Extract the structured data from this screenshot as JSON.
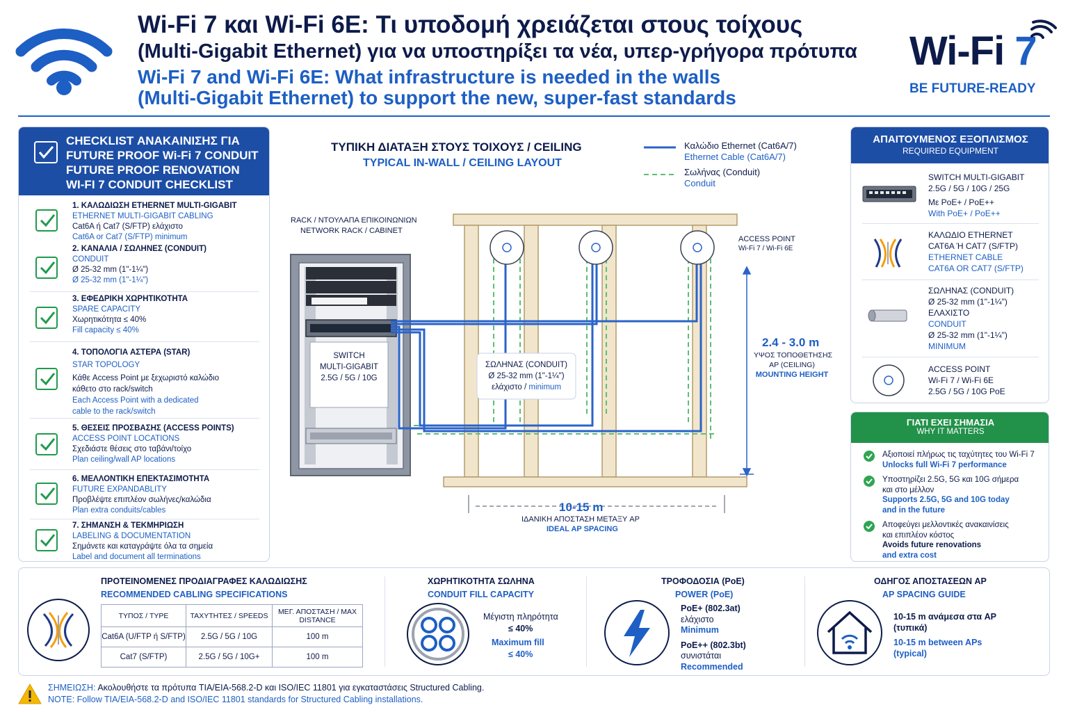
{
  "header": {
    "title_gr_line1": "Wi-Fi 7 και Wi-Fi 6E: Τι υποδομή χρειάζεται στους τοίχους",
    "title_gr_line2": "(Multi-Gigabit Ethernet) για να υποστηρίξει τα νέα, υπερ-γρήγορα πρότυπα",
    "title_en_line1": "Wi-Fi 7 and Wi-Fi 6E: What infrastructure is needed in the walls",
    "title_en_line2": "(Multi-Gigabit Ethernet) to support the new, super-fast standards",
    "brand_wordmark": "Wi-Fi",
    "brand_number": "7",
    "brand_tagline": "BE FUTURE-READY"
  },
  "checklist": {
    "head_lines": [
      "CHECKLIST ΑΝΑΚΑΙΝΙΣΗΣ ΓΙΑ",
      "FUTURE PROOF Wi-Fi 7 CONDUIT",
      "FUTURE PROOF RENOVATION",
      "WI-FI 7 CONDUIT CHECKLIST"
    ],
    "items": [
      {
        "title_gr": "1. ΚΑΛΩΔΙΩΣΗ ETHERNET MULTI-GIGABIT",
        "title_en": "ETHERNET MULTI-GIGABIT CABLING",
        "desc_gr": "Cat6A ή Cat7 (S/FTP) ελάχιστο",
        "desc_en": "Cat6A or Cat7 (S/FTP) minimum"
      },
      {
        "title_gr": "2. ΚΑΝΑΛΙΑ / ΣΩΛΗΝΕΣ (CONDUIT)",
        "title_en": "CONDUIT",
        "desc_gr": "Ø 25-32 mm (1\"-1¼\")",
        "desc_en": "Ø 25-32 mm (1\"-1¼\")"
      },
      {
        "title_gr": "3. ΕΦΕΔΡΙΚΗ ΧΩΡΗΤΙΚΟΤΗΤΑ",
        "title_en": "SPARE CAPACITY",
        "desc_gr": "Χωρητικότητα ≤ 40%",
        "desc_en": "Fill capacity ≤ 40%"
      },
      {
        "title_gr": "4. ΤΟΠΟΛΟΓΙΑ ΑΣΤΕΡΑ (STAR)",
        "title_en": "STAR TOPOLOGY",
        "desc_gr": "Κάθε Access Point με ξεχωριστό καλώδιο",
        "desc_gr2": "κάθετο στο rack/switch",
        "desc_en": "Each Access Point with a dedicated",
        "desc_en2": "cable to the rack/switch"
      },
      {
        "title_gr": "5. ΘΕΣΕΙΣ ΠΡΟΣΒΑΣΗΣ (ACCESS POINTS)",
        "title_en": "ACCESS POINT LOCATIONS",
        "desc_gr": "Σχεδιάστε θέσεις στο ταβάνι/τοίχο",
        "desc_en": "Plan ceiling/wall AP locations"
      },
      {
        "title_gr": "6. ΜΕΛΛΟΝΤΙΚΗ ΕΠΕΚΤΑΣΙΜΟΤΗΤΑ",
        "title_en": "FUTURE EXPANDABLITY",
        "desc_gr": "Προβλέψτε επιπλέον σωλήνες/καλώδια",
        "desc_en": "Plan extra conduits/cables"
      },
      {
        "title_gr": "7. ΣΗΜΑΝΣΗ & ΤΕΚΜΗΡΙΩΣΗ",
        "title_en": "LABELING & DOCUMENTATION",
        "desc_gr": "Σημάνετε και καταγράψτε όλα τα σημεία",
        "desc_en": "Label and document all terminations"
      }
    ]
  },
  "layout": {
    "title_gr": "ΤΥΠΙΚΗ ΔΙΑΤΑΞΗ ΣΤΟΥΣ ΤΟΙΧΟΥΣ / CEILING",
    "title_en": "TYPICAL IN-WALL / CEILING LAYOUT",
    "legend": [
      {
        "label_gr": "Καλώδιο Ethernet (Cat6A/7)",
        "label_en": "Ethernet Cable (Cat6A/7)"
      },
      {
        "label_gr": "Σωλήνας (Conduit)",
        "label_en": "Conduit"
      }
    ],
    "rack_label_gr": "RACK / ΝΤΟΥΛΑΠΑ ΕΠΙΚΟΙΝΩΝΙΩΝ",
    "rack_label_en": "NETWORK RACK / CABINET",
    "switch_lines": [
      "SWITCH",
      "MULTI-GIGABIT",
      "2.5G / 5G / 10G"
    ],
    "conduit_callout": {
      "line1": "ΣΩΛΗΝΑΣ (CONDUIT)",
      "line2": "Ø 25-32 mm (1\"-1¼\")",
      "line3_gr": "ελάχιστο",
      "line3_sep": " / ",
      "line3_en": "minimum"
    },
    "ap_label_1": "ACCESS POINT",
    "ap_label_2": "Wi-Fi 7 / Wi-Fi 6E",
    "height_value": "2.4 - 3.0 m",
    "height_gr_1": "ΥΨΟΣ ΤΟΠΟΘΕΤΗΣΗΣ",
    "height_gr_2": "AP (CEILING)",
    "height_en": "MOUNTING HEIGHT",
    "spacing_value": "10-15 m",
    "spacing_gr": "ΙΔΑΝΙΚΗ ΑΠΟΣΤΑΣΗ ΜΕΤΑΞΥ AP",
    "spacing_en": "IDEAL AP SPACING"
  },
  "equipment": {
    "head_gr": "ΑΠΑΙΤΟΥΜΕΝΟΣ ΕΞΟΠΛΙΣΜΟΣ",
    "head_en": "REQUIRED EQUIPMENT",
    "switch": {
      "l1": "SWITCH MULTI-GIGABIT",
      "l2": "2.5G / 5G / 10G / 25G",
      "l3": "Με PoE+ / PoE++",
      "l4": "With PoE+ / PoE++"
    },
    "cable": {
      "l1": "ΚΑΛΩΔΙΟ ETHERNET",
      "l2": "CAT6A Ή CAT7 (S/FTP)",
      "l3": "ETHERNET CABLE",
      "l4": "CAT6A OR CAT7 (S/FTP)"
    },
    "conduit": {
      "l1": "ΣΩΛΗΝΑΣ (CONDUIT)",
      "l2": "Ø 25-32 mm (1\"-1¼\")",
      "l3": "ΕΛΑΧΙΣΤΟ",
      "l4": "CONDUIT",
      "l5": "Ø 25-32 mm (1\"-1¼\")",
      "l6": "MINIMUM"
    },
    "ap": {
      "l1": "ACCESS POINT",
      "l2": "Wi-Fi 7 / Wi-Fi 6E",
      "l3": "2.5G / 5G / 10G PoE"
    }
  },
  "why": {
    "head_gr": "ΓΙΑΤΙ ΕΧΕΙ ΣΗΜΑΣΙΑ",
    "head_en": "WHY IT MATTERS",
    "items": [
      {
        "gr1": "Αξιοποιεί πλήρως τις ταχύτητες του Wi-Fi 7",
        "en1": "Unlocks full Wi-Fi 7 performance"
      },
      {
        "gr1": "Υποστηρίζει 2.5G, 5G και 10G σήμερα",
        "gr2": "και στο μέλλον",
        "en1": "Supports 2.5G, 5G and 10G today",
        "en2": "and in the future"
      },
      {
        "gr1": "Αποφεύγει μελλοντικές ανακαινίσεις",
        "gr2": "και επιπλέον κόστος",
        "en1": "Avoids future renovations",
        "en2": "and extra cost"
      }
    ]
  },
  "bottom": {
    "specs": {
      "title_gr": "ΠΡΟΤΕΙΝΟΜΕΝΕΣ ΠΡΟΔΙΑΓΡΑΦΕΣ ΚΑΛΩΔΙΩΣΗΣ",
      "title_en": "RECOMMENDED CABLING SPECIFICATIONS",
      "headers": [
        "ΤΥΠΟΣ / TYPE",
        "ΤΑΧΥΤΗΤΕΣ / SPEEDS",
        "ΜΕΓ. ΑΠΟΣΤΑΣΗ / MAX DISTANCE"
      ],
      "rows": [
        [
          "Cat6A (U/FTP ή S/FTP)",
          "2.5G / 5G / 10G",
          "100 m"
        ],
        [
          "Cat7 (S/FTP)",
          "2.5G / 5G / 10G+",
          "100 m"
        ]
      ]
    },
    "fill": {
      "title_gr": "ΧΩΡΗΤΙΚΟΤΗΤΑ ΣΩΛΗΝΑ",
      "title_en": "CONDUIT FILL CAPACITY",
      "gr1": "Μέγιστη πληρότητα",
      "gr2": "≤ 40%",
      "en1": "Maximum fill",
      "en2": "≤ 40%"
    },
    "poe": {
      "title_gr": "ΤΡΟΦΟΔΟΣΙΑ (PoE)",
      "title_en": "POWER (PoE)",
      "l1": "PoE+ (802.3at)",
      "l2": "ελάχιστο",
      "l3": "Minimum",
      "l4": "PoE++ (802.3bt)",
      "l5": "συνιστάται",
      "l6": "Recommended"
    },
    "spacing": {
      "title_gr": "ΟΔΗΓΟΣ ΑΠΟΣΤΑΣΕΩΝ AP",
      "title_en": "AP SPACING GUIDE",
      "gr1": "10-15 m ανάμεσα στα AP",
      "gr2": "(τυπικά)",
      "en1": "10-15 m between APs",
      "en2": "(typical)"
    }
  },
  "note": {
    "gr_label": "ΣΗΜΕΙΩΣΗ:",
    "gr_text": " Ακολουθήστε τα πρότυπα TIA/EIA-568.2-D και ISO/IEC 11801 για εγκαταστάσεις Structured Cabling.",
    "en_text": "NOTE: Follow TIA/EIA-568.2-D and ISO/IEC 11801 standards for Structured Cabling installations."
  },
  "colors": {
    "navy": "#0d1b4a",
    "blue": "#1d5fc4",
    "panel_blue": "#1d4ea6",
    "green": "#22914a",
    "cable": "#2a63c9",
    "conduit": "#5cbf74",
    "timber": "#f1e6cc"
  }
}
